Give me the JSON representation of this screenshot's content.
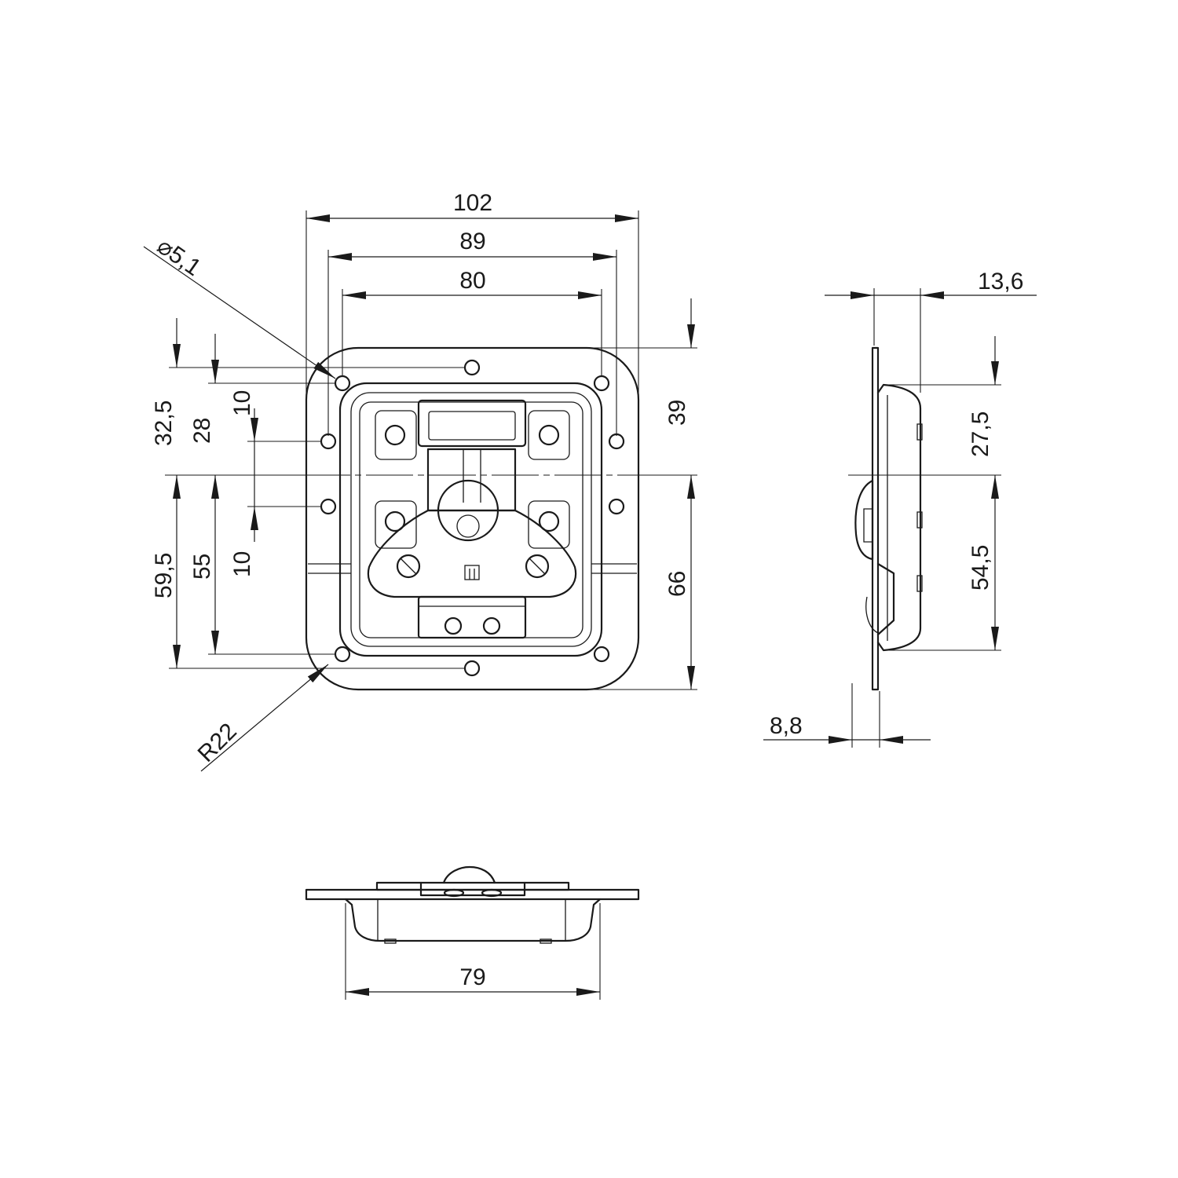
{
  "drawing": {
    "top_dimensions": [
      "102",
      "89",
      "80"
    ],
    "hole_diameter": "⌀5,1",
    "corner_radius": "R22",
    "left_dimensions": [
      "32,5",
      "28",
      "10",
      "10",
      "55",
      "59,5"
    ],
    "right_dimensions": [
      "39",
      "66"
    ],
    "side_view": {
      "overall_depth": "13,6",
      "flange_offset": "8,8",
      "upper_height": "27,5",
      "lower_height": "54,5"
    },
    "bottom_view": {
      "width": "79"
    },
    "colors": {
      "line": "#1a1a1a",
      "background": "#ffffff"
    }
  }
}
